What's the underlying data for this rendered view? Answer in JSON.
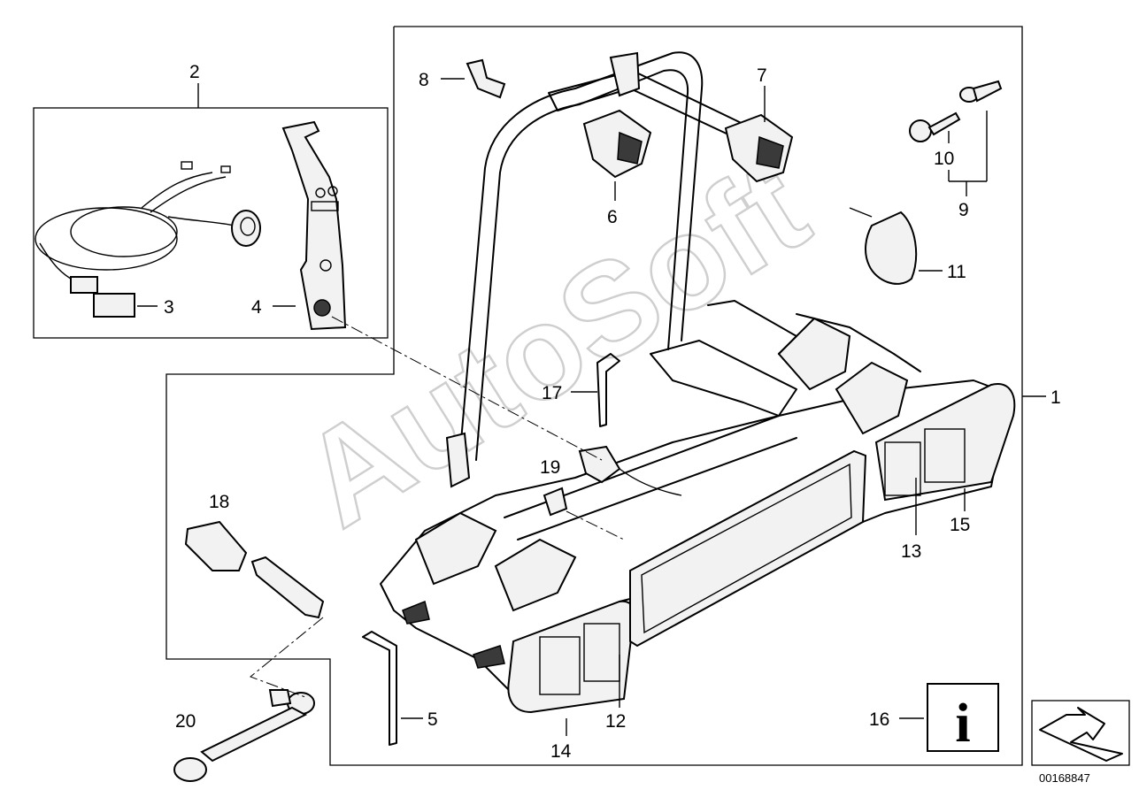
{
  "watermark": "AutoSoft",
  "document_number": "00168847",
  "info_symbol": "i",
  "callouts": {
    "c1": "1",
    "c2": "2",
    "c3": "3",
    "c4": "4",
    "c5": "5",
    "c6": "6",
    "c7": "7",
    "c8": "8",
    "c9": "9",
    "c10": "10",
    "c11": "11",
    "c12": "12",
    "c13": "13",
    "c14": "14",
    "c15": "15",
    "c16": "16",
    "c17": "17",
    "c18": "18",
    "c19": "19",
    "c20": "20"
  },
  "icons": {
    "info": "info-icon",
    "arrow": "arrow-direction-icon"
  }
}
